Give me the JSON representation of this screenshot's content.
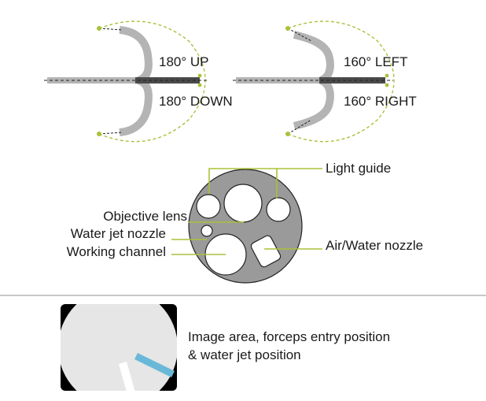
{
  "bending": {
    "left": {
      "up_label": "180° UP",
      "down_label": "180° DOWN"
    },
    "right": {
      "left_label": "160° LEFT",
      "right_label": "160° RIGHT"
    }
  },
  "tip": {
    "labels": {
      "light_guide": "Light guide",
      "objective_lens": "Objective lens",
      "water_jet_nozzle": "Water jet nozzle",
      "working_channel": "Working channel",
      "air_water_nozzle": "Air/Water nozzle"
    }
  },
  "image_area": {
    "caption_line1": "Image area, forceps entry position",
    "caption_line2": "& water jet position"
  },
  "colors": {
    "accent_green": "#a8c23a",
    "scope_gray": "#b4b4b4",
    "scope_dark": "#4a4a4a",
    "tip_fill": "#9a9a9a",
    "water_jet_blue": "#6ab8d8",
    "image_bg": "#e6e6e6",
    "divider": "#c8c8c8"
  }
}
